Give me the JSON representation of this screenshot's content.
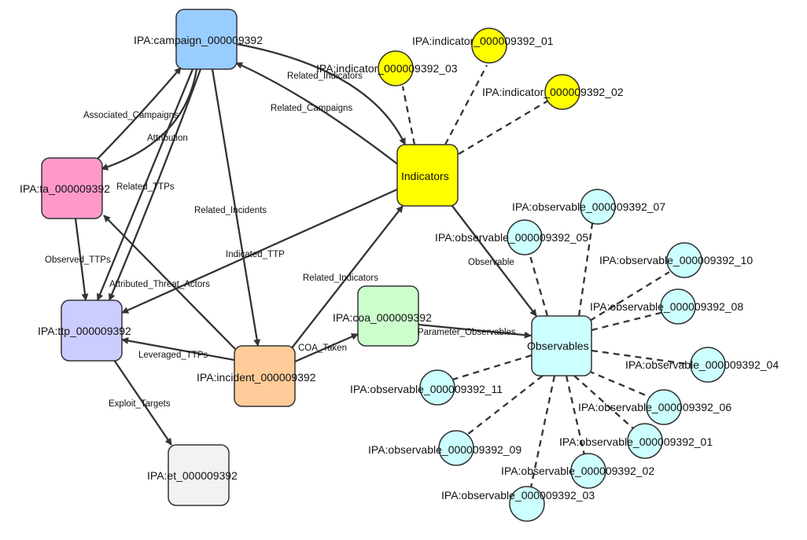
{
  "nodes": {
    "campaign": {
      "label": "IPA:campaign_000009392",
      "color": "#99ccff"
    },
    "ta": {
      "label": "IPA:ta_000009392",
      "color": "#ff99cc"
    },
    "ttp": {
      "label": "IPA:ttp_000009392",
      "color": "#ccccff"
    },
    "et": {
      "label": "IPA:et_000009392",
      "color": "#f2f2f2"
    },
    "incident": {
      "label": "IPA:incident_000009392",
      "color": "#ffcc99"
    },
    "coa": {
      "label": "IPA:coa_000009392",
      "color": "#ccffcc"
    },
    "indicators": {
      "label": "Indicators",
      "color": "#ffff00"
    },
    "observables": {
      "label": "Observables",
      "color": "#ccffff"
    },
    "ind01": {
      "label": "IPA:indicator_000009392_01"
    },
    "ind02": {
      "label": "IPA:indicator_000009392_02"
    },
    "ind03": {
      "label": "IPA:indicator_000009392_03"
    },
    "obs01": {
      "label": "IPA:observable_000009392_01"
    },
    "obs02": {
      "label": "IPA:observable_000009392_02"
    },
    "obs03": {
      "label": "IPA:observable_000009392_03"
    },
    "obs04": {
      "label": "IPA:observable_000009392_04"
    },
    "obs05": {
      "label": "IPA:observable_000009392_05"
    },
    "obs06": {
      "label": "IPA:observable_000009392_06"
    },
    "obs07": {
      "label": "IPA:observable_000009392_07"
    },
    "obs08": {
      "label": "IPA:observable_000009392_08"
    },
    "obs09": {
      "label": "IPA:observable_000009392_09"
    },
    "obs10": {
      "label": "IPA:observable_000009392_10"
    },
    "obs11": {
      "label": "IPA:observable_000009392_11"
    }
  },
  "edges": {
    "campaign_indicators": "Related_Indicators",
    "indicators_campaign": "Related_Campaigns",
    "ta_campaign": "Associated_Campaigns",
    "campaign_ta": "Attribution",
    "campaign_ttp": "Related_TTPs",
    "campaign_incident": "Related_Incidents",
    "ta_ttp": "Observed_TTPs",
    "incident_ta": "Attributed_Threat_Actors",
    "indicators_ttp": "Indicated_TTP",
    "incident_indicators": "Related_Indicators",
    "incident_ttp": "Leveraged_TTPs",
    "incident_coa": "COA_Taken",
    "coa_observables": "Parameter_Observables",
    "indicators_observables": "Observable",
    "ttp_et": "Exploit_Targets"
  }
}
